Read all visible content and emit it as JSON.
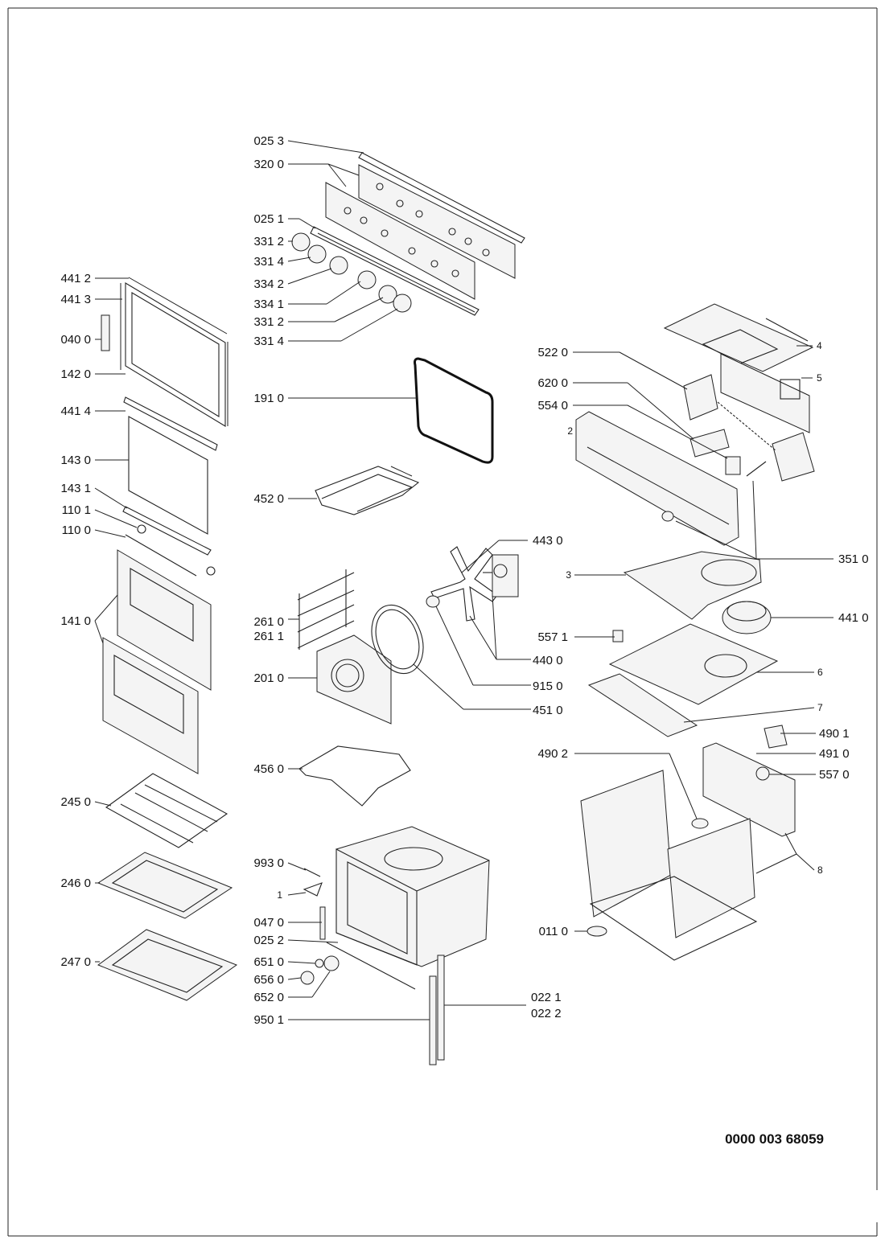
{
  "document_number": "0000 003 68059",
  "callouts": [
    {
      "id": "025-3-top",
      "label": "025 3"
    },
    {
      "id": "320-0",
      "label": "320 0"
    },
    {
      "id": "025-1",
      "label": "025 1"
    },
    {
      "id": "331-2-a",
      "label": "331 2"
    },
    {
      "id": "331-4-a",
      "label": "331 4"
    },
    {
      "id": "334-2",
      "label": "334 2"
    },
    {
      "id": "334-1",
      "label": "334 1"
    },
    {
      "id": "331-2-b",
      "label": "331 2"
    },
    {
      "id": "331-4-b",
      "label": "331 4"
    },
    {
      "id": "441-2",
      "label": "441 2"
    },
    {
      "id": "441-3",
      "label": "441 3"
    },
    {
      "id": "040-0",
      "label": "040 0"
    },
    {
      "id": "142-0",
      "label": "142 0"
    },
    {
      "id": "441-4",
      "label": "441 4"
    },
    {
      "id": "143-0",
      "label": "143 0"
    },
    {
      "id": "143-1",
      "label": "143 1"
    },
    {
      "id": "110-1",
      "label": "110 1"
    },
    {
      "id": "110-0",
      "label": "110 0"
    },
    {
      "id": "141-0",
      "label": "141 0"
    },
    {
      "id": "245-0",
      "label": "245 0"
    },
    {
      "id": "246-0",
      "label": "246 0"
    },
    {
      "id": "247-0",
      "label": "247 0"
    },
    {
      "id": "191-0",
      "label": "191 0"
    },
    {
      "id": "452-0",
      "label": "452 0"
    },
    {
      "id": "261-0",
      "label": "261 0"
    },
    {
      "id": "261-1",
      "label": "261 1"
    },
    {
      "id": "201-0",
      "label": "201 0"
    },
    {
      "id": "456-0",
      "label": "456 0"
    },
    {
      "id": "993-0",
      "label": "993 0"
    },
    {
      "id": "1",
      "label": "1"
    },
    {
      "id": "047-0",
      "label": "047 0"
    },
    {
      "id": "025-2",
      "label": "025 2"
    },
    {
      "id": "651-0",
      "label": "651 0"
    },
    {
      "id": "656-0",
      "label": "656 0"
    },
    {
      "id": "652-0",
      "label": "652 0"
    },
    {
      "id": "950-1",
      "label": "950 1"
    },
    {
      "id": "022-1",
      "label": "022 1"
    },
    {
      "id": "022-2",
      "label": "022 2"
    },
    {
      "id": "522-0",
      "label": "522 0"
    },
    {
      "id": "620-0",
      "label": "620 0"
    },
    {
      "id": "554-0",
      "label": "554 0"
    },
    {
      "id": "2",
      "label": "2"
    },
    {
      "id": "4",
      "label": "4"
    },
    {
      "id": "5",
      "label": "5"
    },
    {
      "id": "443-0",
      "label": "443 0"
    },
    {
      "id": "351-0",
      "label": "351 0"
    },
    {
      "id": "3",
      "label": "3"
    },
    {
      "id": "441-0",
      "label": "441 0"
    },
    {
      "id": "557-1",
      "label": "557 1"
    },
    {
      "id": "440-0",
      "label": "440 0"
    },
    {
      "id": "915-0",
      "label": "915 0"
    },
    {
      "id": "451-0",
      "label": "451 0"
    },
    {
      "id": "6",
      "label": "6"
    },
    {
      "id": "7",
      "label": "7"
    },
    {
      "id": "490-1",
      "label": "490 1"
    },
    {
      "id": "490-2",
      "label": "490 2"
    },
    {
      "id": "491-0",
      "label": "491 0"
    },
    {
      "id": "557-0",
      "label": "557 0"
    },
    {
      "id": "8",
      "label": "8"
    },
    {
      "id": "011-0",
      "label": "011 0"
    }
  ]
}
